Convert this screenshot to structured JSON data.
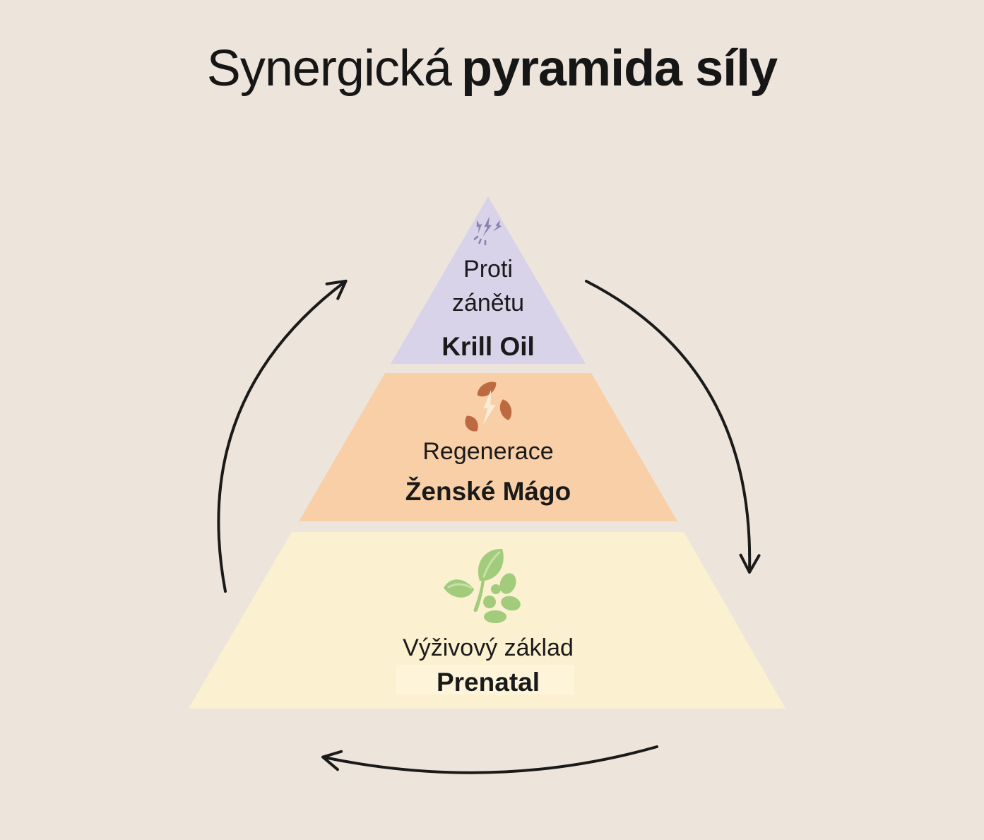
{
  "title": {
    "light": "Synergická",
    "bold": "pyramida síly"
  },
  "colors": {
    "background": "#EDE5DC",
    "text": "#1A1A1A",
    "tier_top_fill": "#D9D3EA",
    "tier_middle_fill": "#F9CFA7",
    "tier_bottom_fill": "#FBF0CF",
    "prenatal_highlight": "#FDF6DE",
    "arrow": "#1A1A1A",
    "icon_inflammation": "#8D82AD",
    "icon_leaf_rust": "#BE6A40",
    "icon_bolt_cream": "#F8ECD6",
    "icon_green": "#A2CB7C",
    "icon_green_vein": "#C9E1A9"
  },
  "pyramid": {
    "tiers": [
      {
        "id": "top",
        "icon": "inflammation-lightning-icon",
        "label": "Proti zánětu",
        "product": "Krill Oil"
      },
      {
        "id": "middle",
        "icon": "regeneration-leaves-bolt-icon",
        "label": "Regenerace",
        "product": "Ženské Mágo"
      },
      {
        "id": "bottom",
        "icon": "sprout-seeds-icon",
        "label": "Výživový základ",
        "product": "Prenatal"
      }
    ]
  },
  "arrows": [
    {
      "id": "left",
      "direction": "up"
    },
    {
      "id": "right",
      "direction": "down"
    },
    {
      "id": "bottom",
      "direction": "left"
    }
  ]
}
